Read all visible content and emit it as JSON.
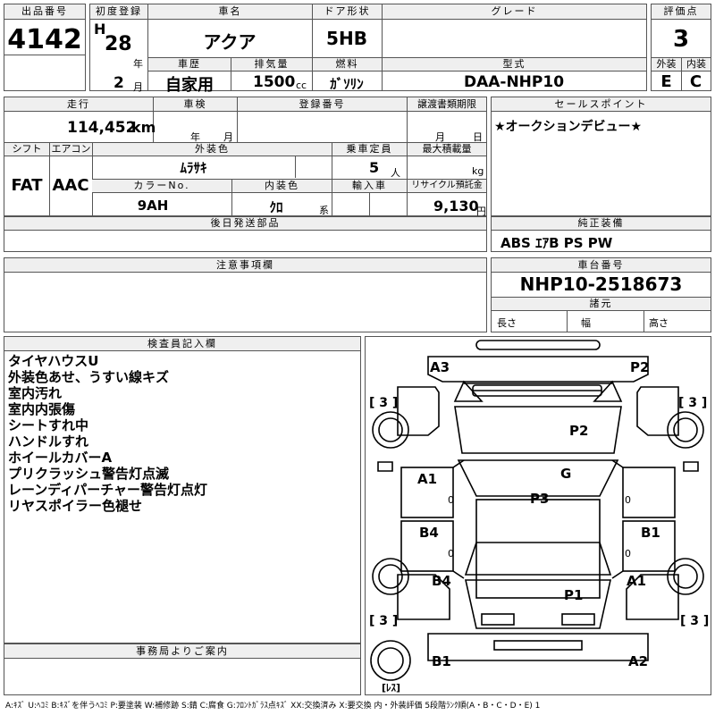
{
  "header": {
    "lot_label": "出品番号",
    "lot_no": "4142",
    "first_reg_label": "初度登録",
    "era": "H",
    "year": "28",
    "year_unit": "年",
    "month": "2",
    "month_unit": "月",
    "car_name_label": "車名",
    "car_name": "アクア",
    "door_label": "ドア形状",
    "door": "5HB",
    "grade_label": "グレード",
    "grade": "",
    "score_label": "評価点",
    "score": "3",
    "history_label": "車歴",
    "history": "自家用",
    "displacement_label": "排気量",
    "displacement": "1500",
    "displacement_unit": "cc",
    "fuel_label": "燃料",
    "fuel": "ｶﾞｿﾘﾝ",
    "model_label": "型式",
    "model": "DAA-NHP10",
    "exterior_label": "外装",
    "exterior": "E",
    "interior_label": "内装",
    "interior": "C"
  },
  "row2": {
    "mileage_label": "走行",
    "mileage": "114,452",
    "mileage_unit": "km",
    "inspection_label": "車検",
    "insp_year_unit": "年",
    "insp_month_unit": "月",
    "regno_label": "登録番号",
    "transfer_label": "譲渡書類期限",
    "transfer_month_unit": "月",
    "transfer_day_unit": "日",
    "shift_label": "シフト",
    "shift": "FAT",
    "aircon_label": "エアコン",
    "aircon": "AAC",
    "color_label": "外装色",
    "color": "ﾑﾗｻｷ",
    "capacity_label": "乗車定員",
    "capacity": "5",
    "capacity_unit": "人",
    "maxload_label": "最大積載量",
    "maxload_unit": "kg",
    "colorno_label": "カラーNo.",
    "colorno": "9AH",
    "interior_color_label": "内装色",
    "interior_color": "ｸﾛ",
    "interior_color_unit": "系",
    "import_label": "輸入車",
    "recycle_label": "リサイクル預託金",
    "recycle": "9,130",
    "recycle_unit": "円"
  },
  "sales": {
    "label": "セールスポイント",
    "text": "★オークションデビュー★"
  },
  "equipment": {
    "label": "純正装備",
    "text": "ABS ｴｱB PS PW"
  },
  "later_parts": {
    "label": "後日発送部品"
  },
  "caution": {
    "label": "注意事項欄"
  },
  "chassis": {
    "label": "車台番号",
    "number": "NHP10-2518673",
    "dims_label": "諸元",
    "length": "長さ",
    "width": "幅",
    "height": "高さ"
  },
  "inspector": {
    "label": "検査員記入欄",
    "remarks": [
      "タイヤハウスU",
      "外装色あせ、うすい線キズ",
      "室内汚れ",
      "室内内張傷",
      "シートすれ中",
      "ハンドルすれ",
      "ホイールカバーA",
      "プリクラッシュ警告灯点滅",
      "レーンディパーチャー警告灯点灯",
      "リヤスポイラー色褪せ"
    ]
  },
  "office": {
    "label": "事務局よりご案内"
  },
  "diagram": {
    "marks": {
      "a3_tl": "A3",
      "p2_tr": "P2",
      "p2_hood": "P2",
      "g": "G",
      "p3": "P3",
      "a1_left": "A1",
      "b1_right": "B1",
      "b4_left": "B4",
      "b4_lower": "B4",
      "a1_right": "A1",
      "p1": "P1",
      "b1_bl": "B1",
      "a2_br": "A2"
    },
    "tire_fl": "[ 3 ]",
    "tire_fr": "[ 3 ]",
    "tire_rl": "[ 3 ]",
    "tire_rr": "[ 3 ]",
    "spare": "[ﾚｽ]",
    "zero_left1": "0",
    "zero_right1": "0",
    "zero_left2": "0",
    "zero_right2": "0"
  },
  "legend": "A:ｷｽﾞ U:ﾍｺﾐ B:ｷｽﾞを伴うﾍｺﾐ P:要塗装 W:補修跡 S:錆 C:腐食 G:ﾌﾛﾝﾄｶﾞﾗｽ点ｷｽﾞ XX:交換済み X:要交換 内・外装評価 5段階ﾗﾝｸ順(A・B・C・D・E) 1"
}
